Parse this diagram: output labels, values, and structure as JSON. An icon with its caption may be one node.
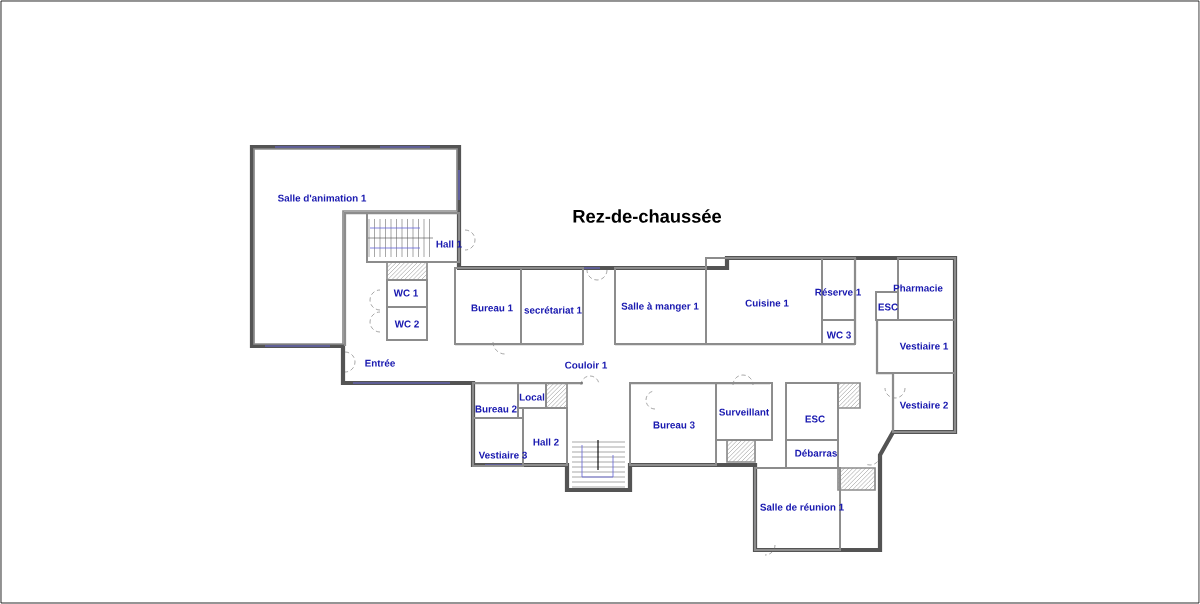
{
  "diagram": {
    "title": "Rez-de-chaussée",
    "nodes": [
      {
        "text": [
          "Salle d'animation 1"
        ]
      },
      {
        "text": [
          "Hall 1"
        ]
      },
      {
        "text": [
          "WC 1"
        ]
      },
      {
        "text": [
          "WC 2"
        ]
      },
      {
        "text": [
          "Bureau 1"
        ]
      },
      {
        "text": [
          "secrétariat 1"
        ]
      },
      {
        "text": [
          "Salle à manger 1"
        ]
      },
      {
        "text": [
          "Cuisine 1"
        ]
      },
      {
        "text": [
          "Réserve 1"
        ]
      },
      {
        "text": [
          "Pharmacie"
        ]
      },
      {
        "text": [
          "ESC"
        ]
      },
      {
        "text": [
          "WC 3"
        ]
      },
      {
        "text": [
          "Vestiaire 1"
        ]
      },
      {
        "text": [
          "Entrée"
        ]
      },
      {
        "text": [
          "Couloir 1"
        ]
      },
      {
        "text": [
          "Vestiaire 2"
        ]
      },
      {
        "text": [
          "Local"
        ]
      },
      {
        "text": [
          "Bureau 2"
        ]
      },
      {
        "text": [
          "Surveillant"
        ]
      },
      {
        "text": [
          "ESC"
        ]
      },
      {
        "text": [
          "Bureau 3"
        ]
      },
      {
        "text": [
          "Hall 2"
        ]
      },
      {
        "text": [
          "Débarras"
        ]
      },
      {
        "text": [
          "Vestiaire 3"
        ]
      },
      {
        "text": [
          "Salle de réunion 1"
        ]
      }
    ]
  }
}
